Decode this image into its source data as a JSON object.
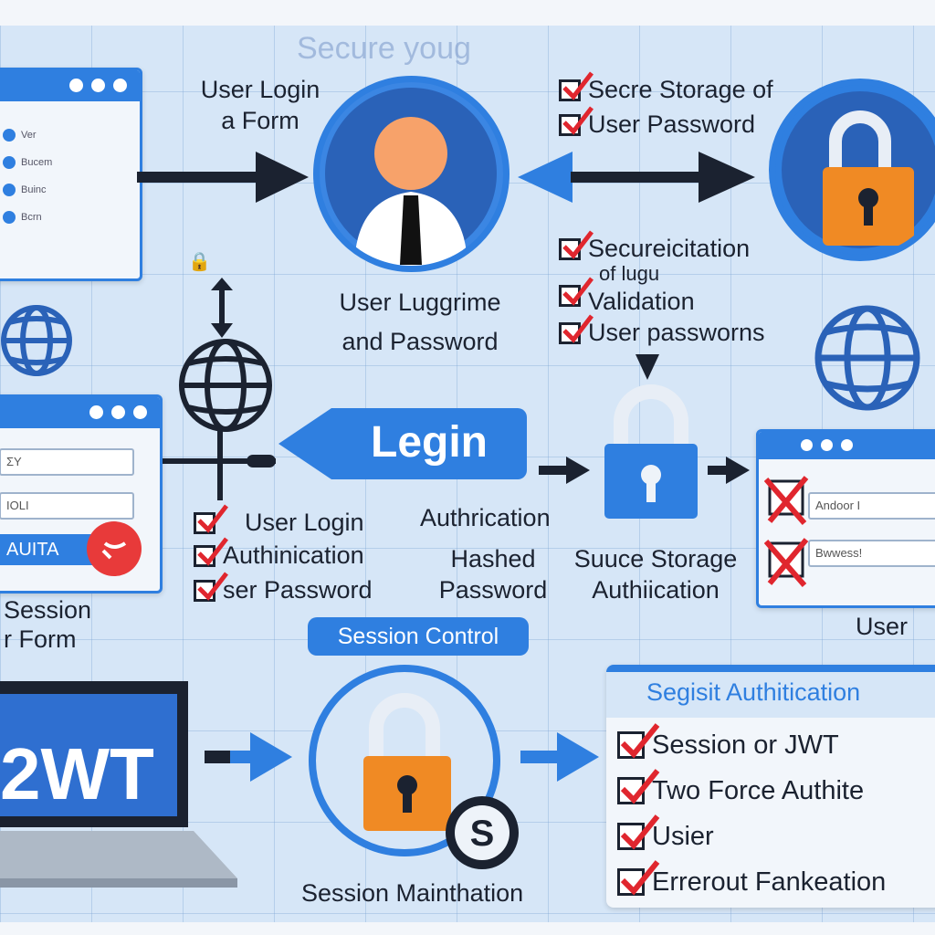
{
  "header": {
    "watermark": "Secure youg"
  },
  "flow_labels": {
    "user_login_form": "User Login\na Form",
    "user_logging": "User Luggrime\nand Password",
    "login_button": "Legin",
    "authentication": "Authrication",
    "hashed_password": "Hashed\nPassword",
    "secure_storage_auth": "Suuce Storage\nAuthiication",
    "user": "User",
    "session_form": "Session\nr Form",
    "session_control": "Session Control",
    "session_maintenance": "Session Mainthation",
    "jwt": "2WT"
  },
  "checklists": {
    "storage": [
      "Secre Storage of",
      "User Password"
    ],
    "validation": [
      "Secureicitation",
      "of lugu  ",
      "Validation",
      "User passworns"
    ],
    "login": [
      "User Login",
      "Authinication",
      "ser Password"
    ],
    "final_header": "Segisit Authitication",
    "final": [
      "Session or JWT",
      "Two Force Authite",
      "Usier",
      "Errerout Fankeation"
    ]
  },
  "windows": {
    "login_form_field_1": "Ver",
    "login_form_field_2": "Bucem",
    "login_form_field_3": "Buinc",
    "login_form_field_4": "Bcrn",
    "session_form_field_1": "ΣY",
    "session_form_field_2": "IOLI",
    "session_form_button": "AUITA",
    "user_form_field_1": "Andoor I",
    "user_form_field_2": "Bwwess!"
  },
  "colors": {
    "accent": "#2f7fe0",
    "lock_orange": "#f08a24",
    "check_red": "#e0262e",
    "dark": "#1b2230"
  }
}
